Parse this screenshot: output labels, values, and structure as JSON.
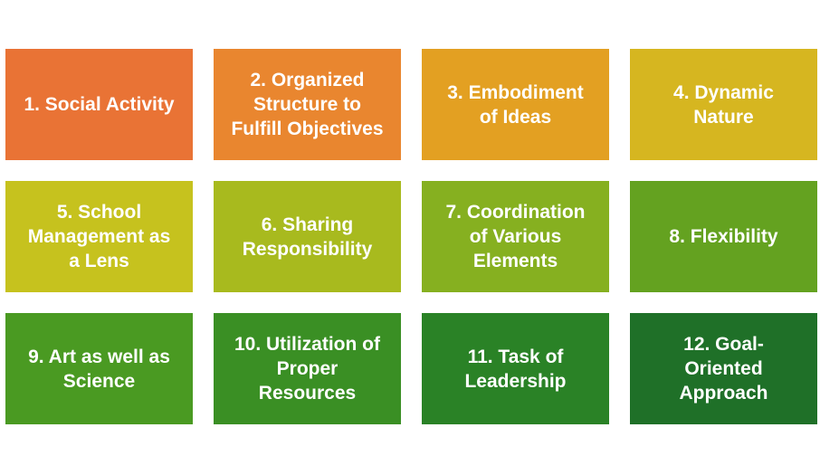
{
  "tiles": [
    {
      "label": "1. Social Activity",
      "color": "#E97335"
    },
    {
      "label": "2. Organized\nStructure to\nFulfill Objectives",
      "color": "#E9862F"
    },
    {
      "label": "3. Embodiment\nof Ideas",
      "color": "#E3A022"
    },
    {
      "label": "4. Dynamic\nNature",
      "color": "#D6B620"
    },
    {
      "label": "5. School\nManagement as\na Lens",
      "color": "#C6C21E"
    },
    {
      "label": "6. Sharing\nResponsibility",
      "color": "#A8BA1E"
    },
    {
      "label": "7. Coordination\nof Various\nElements",
      "color": "#86B020"
    },
    {
      "label": "8. Flexibility",
      "color": "#64A220"
    },
    {
      "label": "9. Art as well as\nScience",
      "color": "#4A9A22"
    },
    {
      "label": "10. Utilization of\nProper\nResources",
      "color": "#3A8F24"
    },
    {
      "label": "11. Task of\nLeadership",
      "color": "#2A8226"
    },
    {
      "label": "12. Goal-\nOriented\nApproach",
      "color": "#1F7028"
    }
  ]
}
